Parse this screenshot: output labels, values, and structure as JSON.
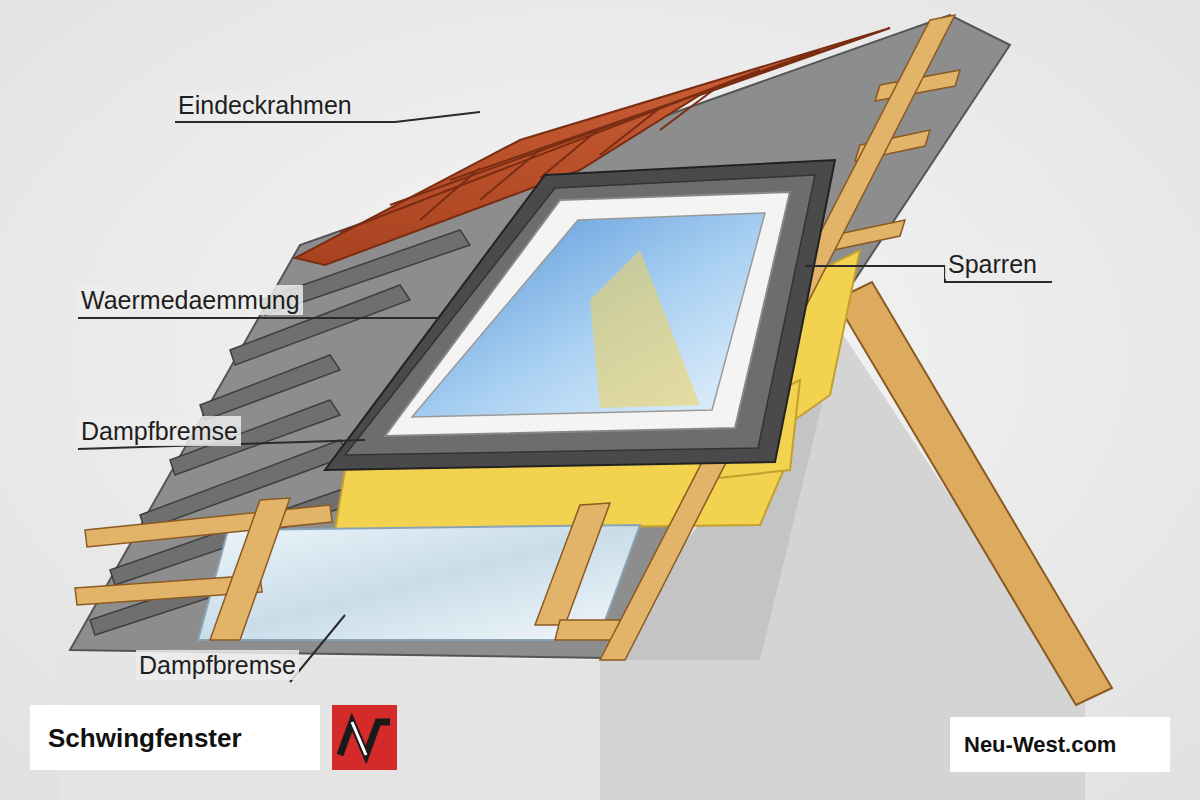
{
  "diagram": {
    "nodes": [
      {
        "text": [
          "Schwingfenster"
        ]
      },
      {
        "text": [
          "Neu-West.com"
        ]
      }
    ],
    "labels": [
      "Eindeckrahmen",
      "Waermedaemmung",
      "Dampfbremse",
      "Sparren",
      "Dampfbremse"
    ]
  }
}
